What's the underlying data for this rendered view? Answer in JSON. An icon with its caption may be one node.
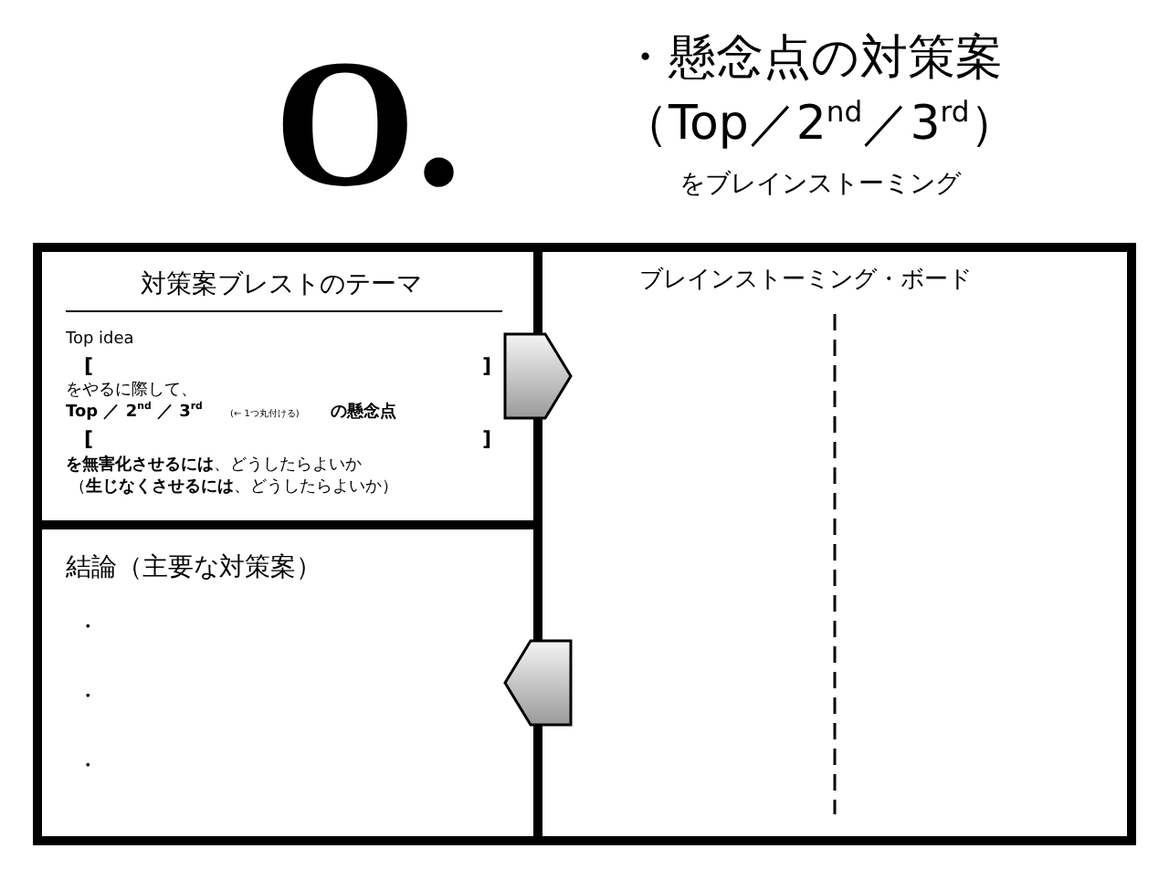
{
  "diagram": {
    "title": "・懸念点の対策案（Top／2$^{nd}$／3$^{rd}$）",
    "nodes": [
      {
        "text": [
          "対策案ブレストのテーマ",
          "Top idea",
          "[",
          "]",
          "をやるに際して、",
          "Top ／ 2$^{nd}$ ／ 3$^{rd}$",
          "(← 1つ丸付ける)",
          "の懸念点",
          "[",
          "]",
          "**を無害化させるには**、どうしたらよいか",
          "（**生じなくさせるには**、どうしたらよいか）"
        ]
      },
      {
        "text": [
          "結論（主要な対策案）",
          "・",
          "・",
          "・"
        ]
      },
      {
        "text": [
          "ブレインストーミング・ボード"
        ]
      }
    ],
    "edges": [
      {
        "from": 0,
        "to": 2,
        "arrow": "to"
      },
      {
        "from": 2,
        "to": 1,
        "arrow": "to"
      }
    ],
    "labels": [
      "O.",
      "をブレインストーミング"
    ]
  }
}
